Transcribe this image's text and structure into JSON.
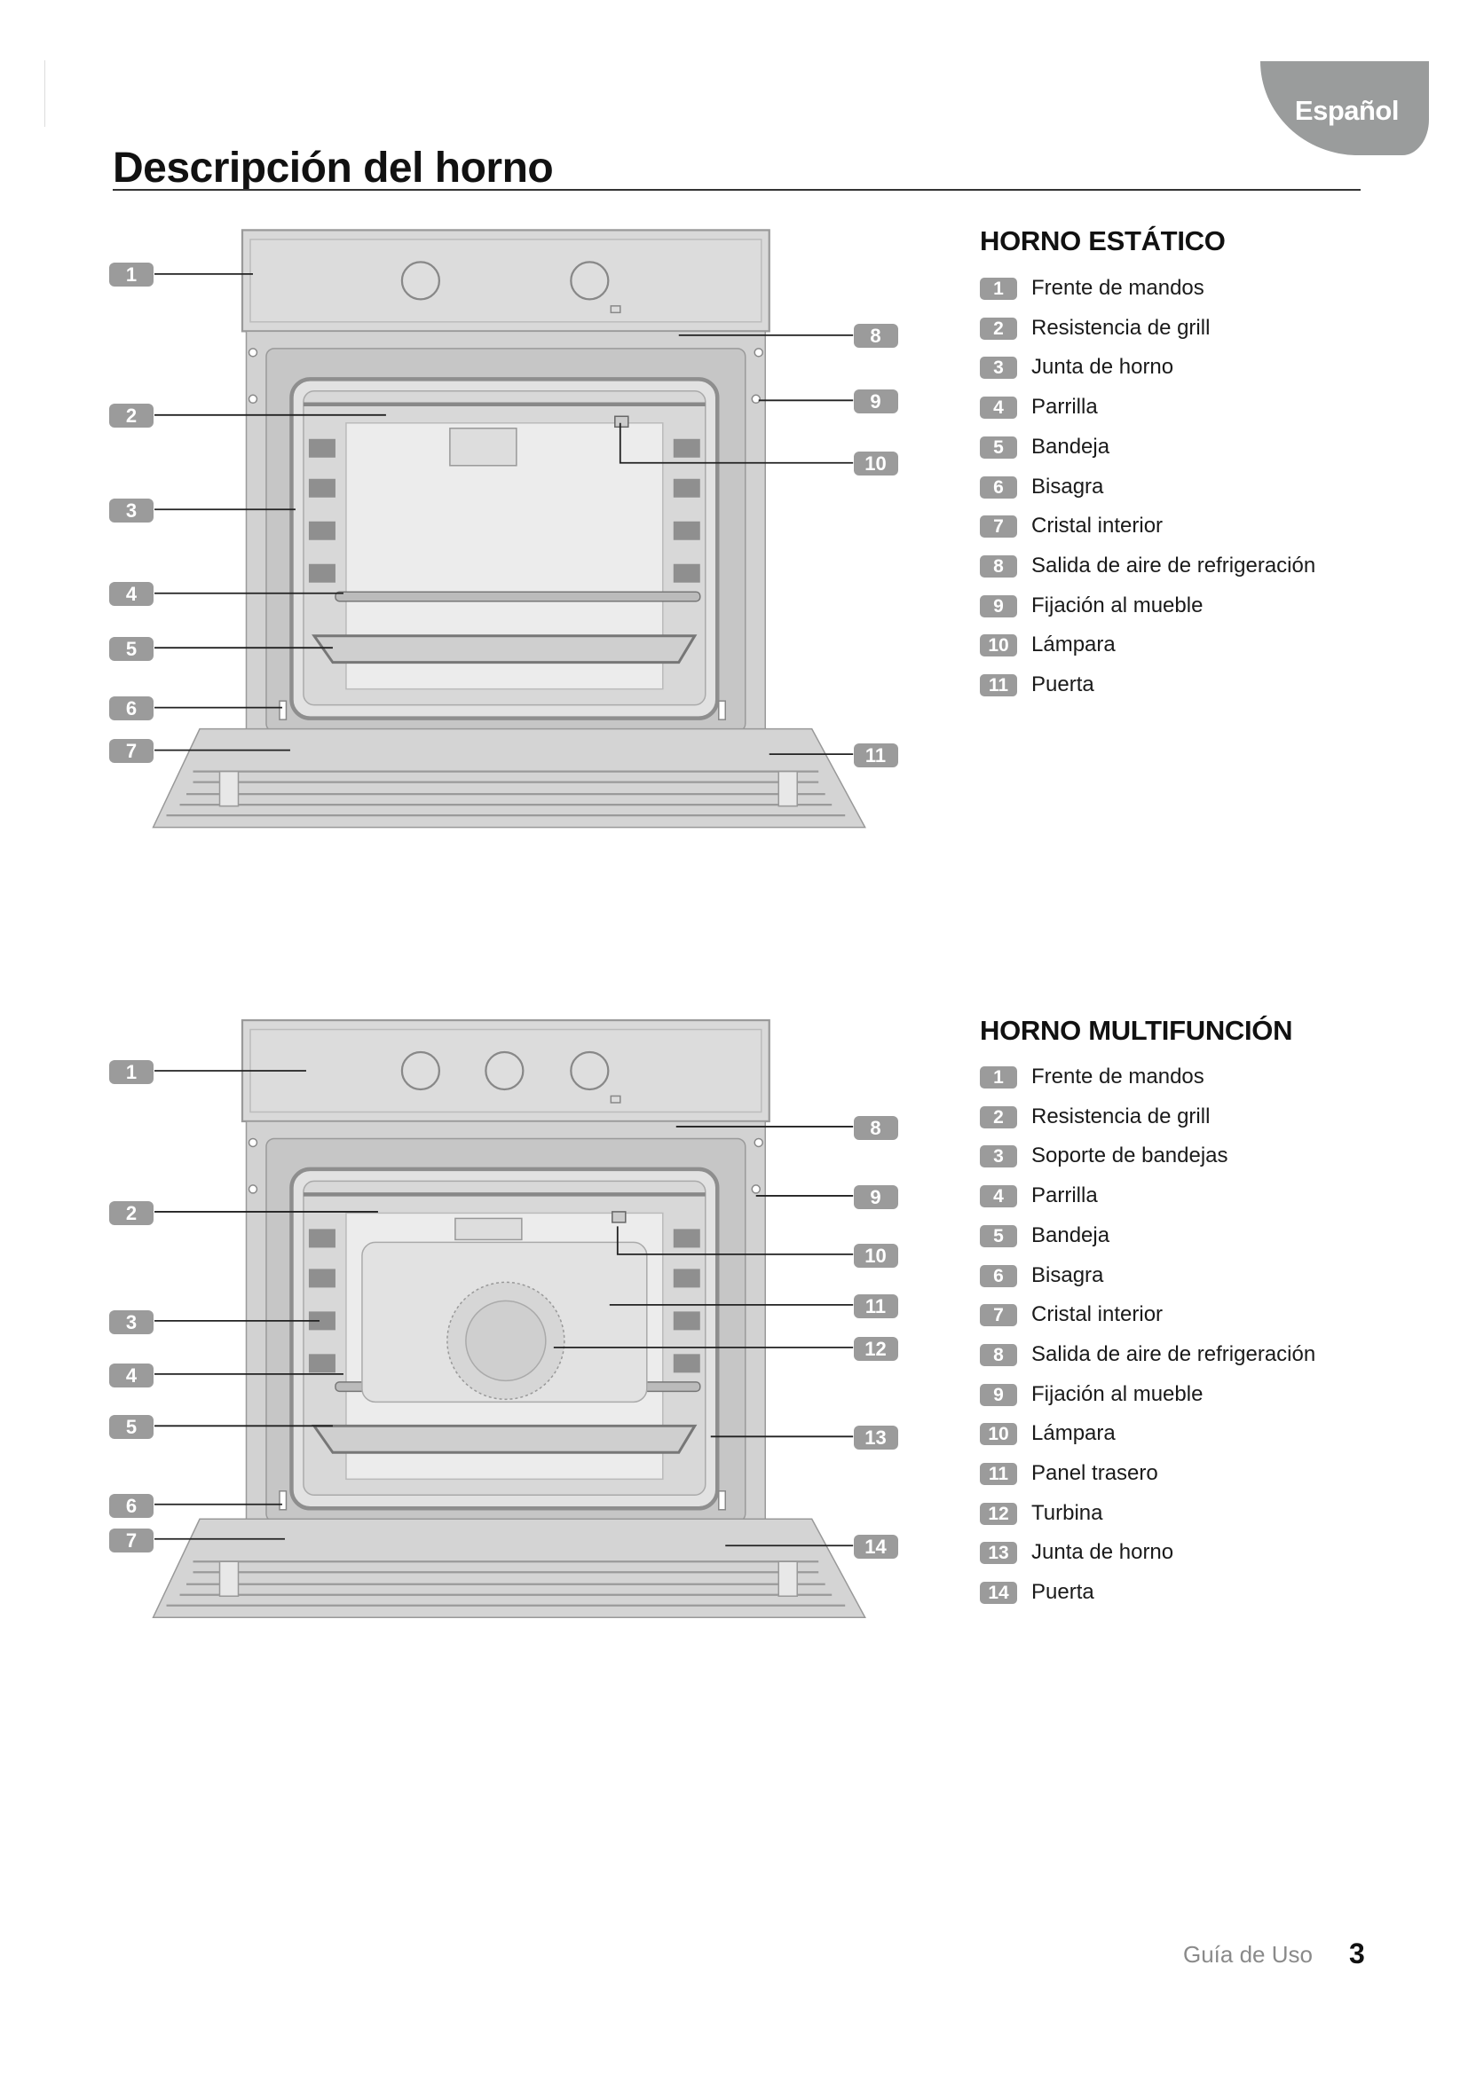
{
  "language_tab": "Español",
  "title": "Descripción del horno",
  "sections": [
    {
      "heading": "HORNO ESTÁTICO",
      "items": [
        {
          "n": "1",
          "label": "Frente de mandos"
        },
        {
          "n": "2",
          "label": "Resistencia de grill"
        },
        {
          "n": "3",
          "label": "Junta de horno"
        },
        {
          "n": "4",
          "label": "Parrilla"
        },
        {
          "n": "5",
          "label": "Bandeja"
        },
        {
          "n": "6",
          "label": "Bisagra"
        },
        {
          "n": "7",
          "label": "Cristal interior"
        },
        {
          "n": "8",
          "label": "Salida de aire de refrigeración"
        },
        {
          "n": "9",
          "label": "Fijación al mueble"
        },
        {
          "n": "10",
          "label": "Lámpara"
        },
        {
          "n": "11",
          "label": "Puerta"
        }
      ]
    },
    {
      "heading": "HORNO MULTIFUNCIÓN",
      "items": [
        {
          "n": "1",
          "label": "Frente de mandos"
        },
        {
          "n": "2",
          "label": "Resistencia de grill"
        },
        {
          "n": "3",
          "label": "Soporte de bandejas"
        },
        {
          "n": "4",
          "label": "Parrilla"
        },
        {
          "n": "5",
          "label": "Bandeja"
        },
        {
          "n": "6",
          "label": "Bisagra"
        },
        {
          "n": "7",
          "label": "Cristal interior"
        },
        {
          "n": "8",
          "label": "Salida de aire de refrigeración"
        },
        {
          "n": "9",
          "label": "Fijación al mueble"
        },
        {
          "n": "10",
          "label": "Lámpara"
        },
        {
          "n": "11",
          "label": "Panel trasero"
        },
        {
          "n": "12",
          "label": "Turbina"
        },
        {
          "n": "13",
          "label": "Junta de horno"
        },
        {
          "n": "14",
          "label": "Puerta"
        }
      ]
    }
  ],
  "footer": {
    "label": "Guía de Uso",
    "page": "3"
  }
}
